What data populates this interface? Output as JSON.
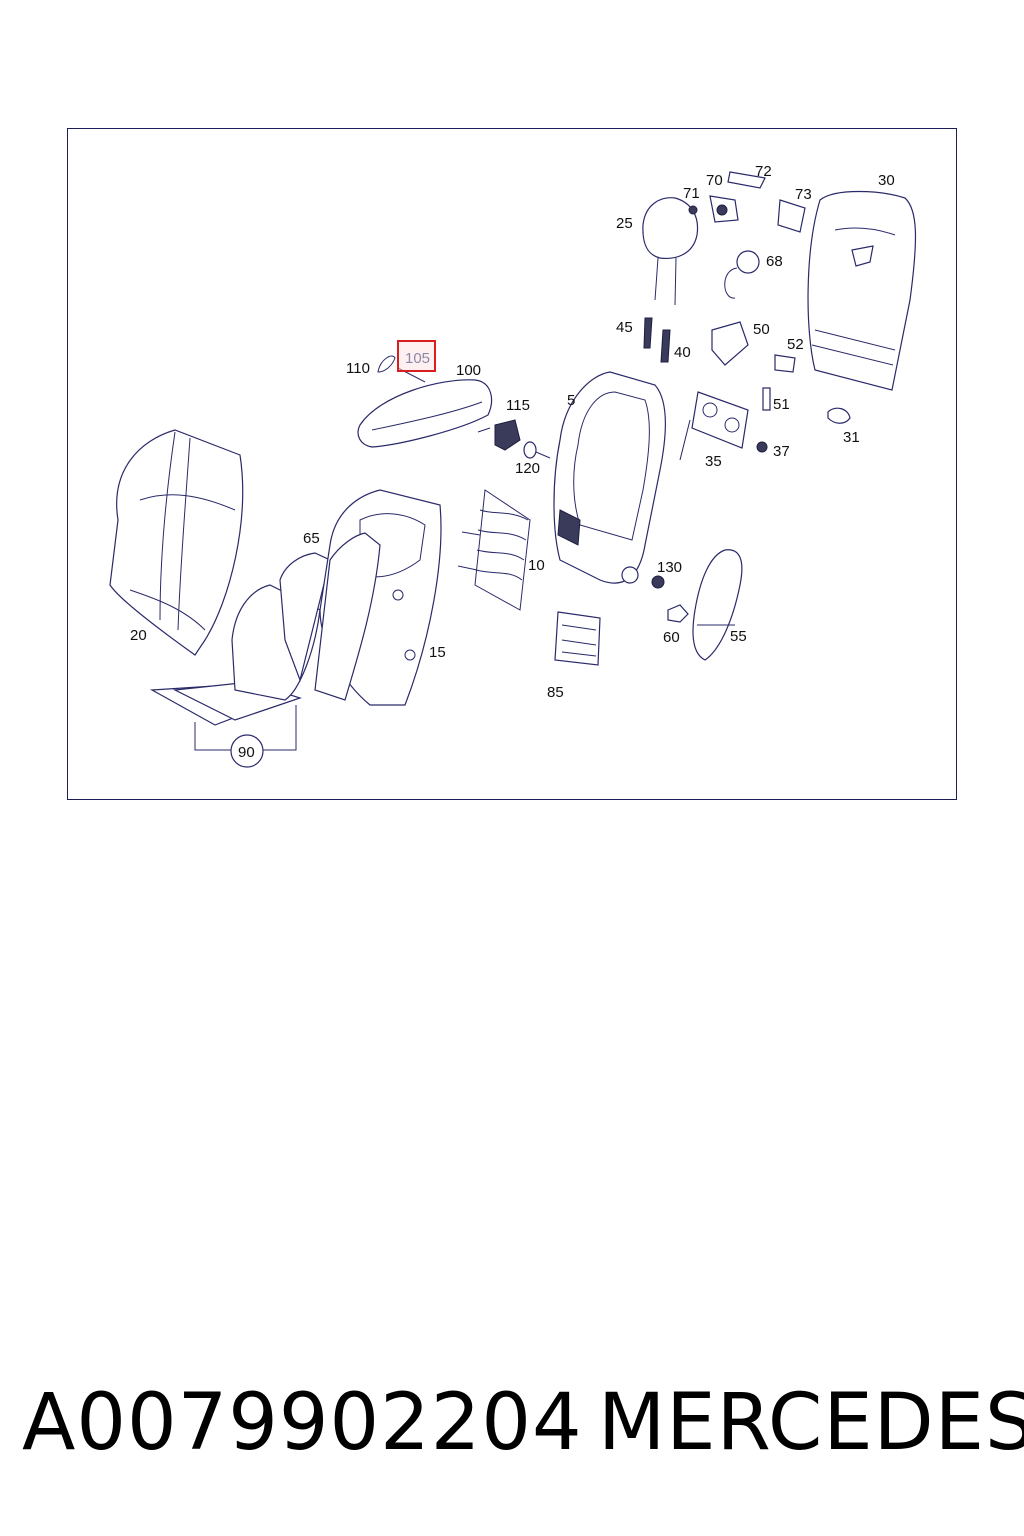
{
  "callouts": {
    "c5": "5",
    "c10": "10",
    "c15": "15",
    "c20": "20",
    "c25": "25",
    "c30": "30",
    "c31": "31",
    "c35": "35",
    "c37": "37",
    "c40": "40",
    "c45": "45",
    "c50": "50",
    "c51": "51",
    "c52": "52",
    "c55": "55",
    "c60": "60",
    "c65": "65",
    "c68": "68",
    "c70": "70",
    "c71": "71",
    "c72": "72",
    "c73": "73",
    "c85": "85",
    "c90": "90",
    "c100": "100",
    "c105": "105",
    "c110": "110",
    "c115": "115",
    "c120": "120",
    "c130": "130"
  },
  "highlighted_callout": "105",
  "colors": {
    "highlight": "#d81e1e",
    "line": "#2a2a6a",
    "frame": "#1e1e5a"
  },
  "footer": {
    "part_number": "A0079902204",
    "brand": "MERCEDES"
  }
}
